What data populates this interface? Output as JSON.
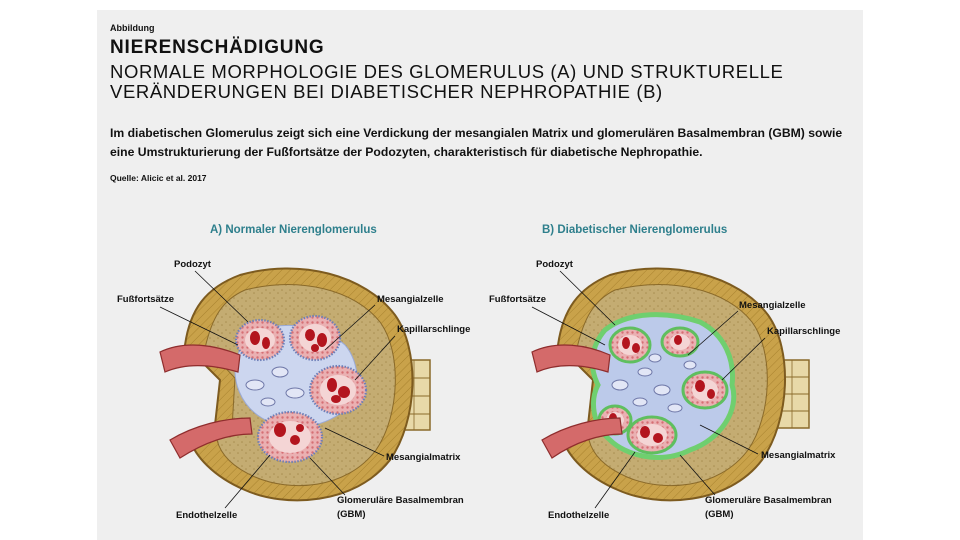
{
  "header": {
    "kicker": "Abbildung",
    "title": "NIERENSCHÄDIGUNG",
    "subtitle": "NORMALE MORPHOLOGIE DES GLOMERULUS (A) UND STRUKTURELLE VERÄNDERUNGEN BEI DIABETISCHER NEPHROPATHIE (B)",
    "lead": "Im diabetischen Glomerulus zeigt sich eine Verdickung der mesangialen Matrix und glomerulären Basalmembran (GBM) sowie eine Umstrukturierung der Fußfortsätze der Podozyten, charakteristisch für diabetische Nephropathie.",
    "source": "Quelle: Alicic et al. 2017"
  },
  "figures": {
    "a": {
      "title": "A) Normaler Nierenglomerulus",
      "labels": {
        "podozyt": "Podozyt",
        "fussfortsaetze": "Fußfortsätze",
        "mesangialzelle": "Mesangialzelle",
        "kapillarschlinge": "Kapillarschlinge",
        "mesangialmatrix": "Mesangialmatrix",
        "gbm_line1": "Glomeruläre Basalmembran",
        "gbm_line2": "(GBM)",
        "endothelzelle": "Endothelzelle"
      }
    },
    "b": {
      "title": "B) Diabetischer Nierenglomerulus",
      "labels": {
        "podozyt": "Podozyt",
        "fussfortsaetze": "Fußfortsätze",
        "mesangialzelle": "Mesangialzelle",
        "kapillarschlinge": "Kapillarschlinge",
        "mesangialmatrix": "Mesangialmatrix",
        "gbm_line1": "Glomeruläre Basalmembran",
        "gbm_line2": "(GBM)",
        "endothelzelle": "Endothelzelle"
      }
    }
  },
  "colors": {
    "capsule": "#d9b24a",
    "capsule_inner": "#c79a3c",
    "bowman_space": "#bfa870",
    "matrix": "#c9d2ec",
    "matrix_diabetic": "#b9c6e8",
    "capillary_wall": "#e8a9ad",
    "capillary_lumen": "#f3d3d3",
    "erythrocyte": "#b3151e",
    "endothelium": "#d95a62",
    "podocyte": "#7da3d8",
    "gbm_diabetic": "#6fcf6f",
    "arteriole": "#d26a6a",
    "title_accent": "#2e7f8c"
  }
}
